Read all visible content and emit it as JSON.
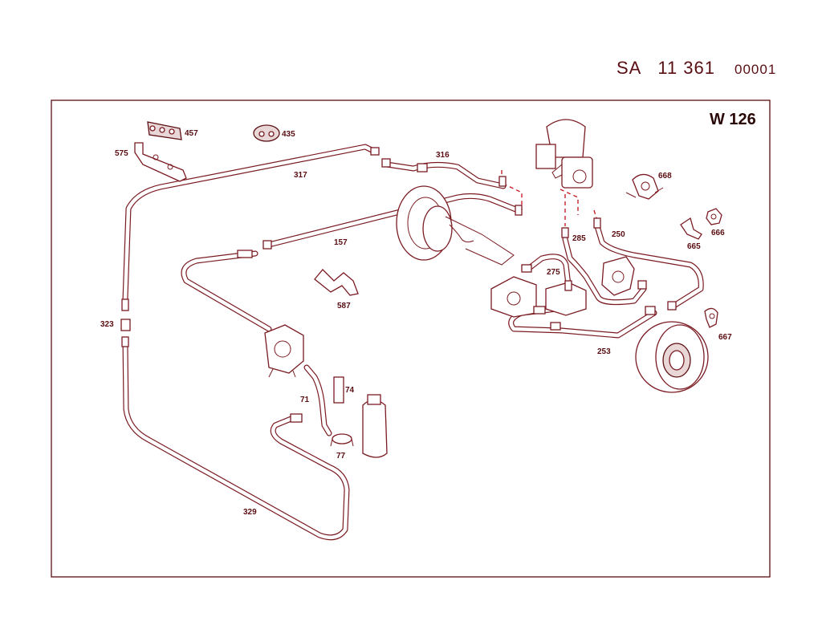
{
  "header": {
    "prefix": "SA",
    "group": "11 361",
    "sequence": "00001"
  },
  "model": "W 126",
  "callouts": {
    "p457": "457",
    "p435": "435",
    "p575": "575",
    "p317": "317",
    "p316": "316",
    "p668": "668",
    "p157": "157",
    "p285": "285",
    "p250": "250",
    "p665": "665",
    "p666": "666",
    "p275": "275",
    "p587": "587",
    "p323": "323",
    "p667": "667",
    "p253": "253",
    "p74": "74",
    "p71": "71",
    "p77": "77",
    "p329": "329"
  },
  "colors": {
    "line": "#7a1b22",
    "text": "#5a0e12",
    "accent": "#c2121b",
    "frame": "#5a0e12",
    "background": "#ffffff"
  }
}
